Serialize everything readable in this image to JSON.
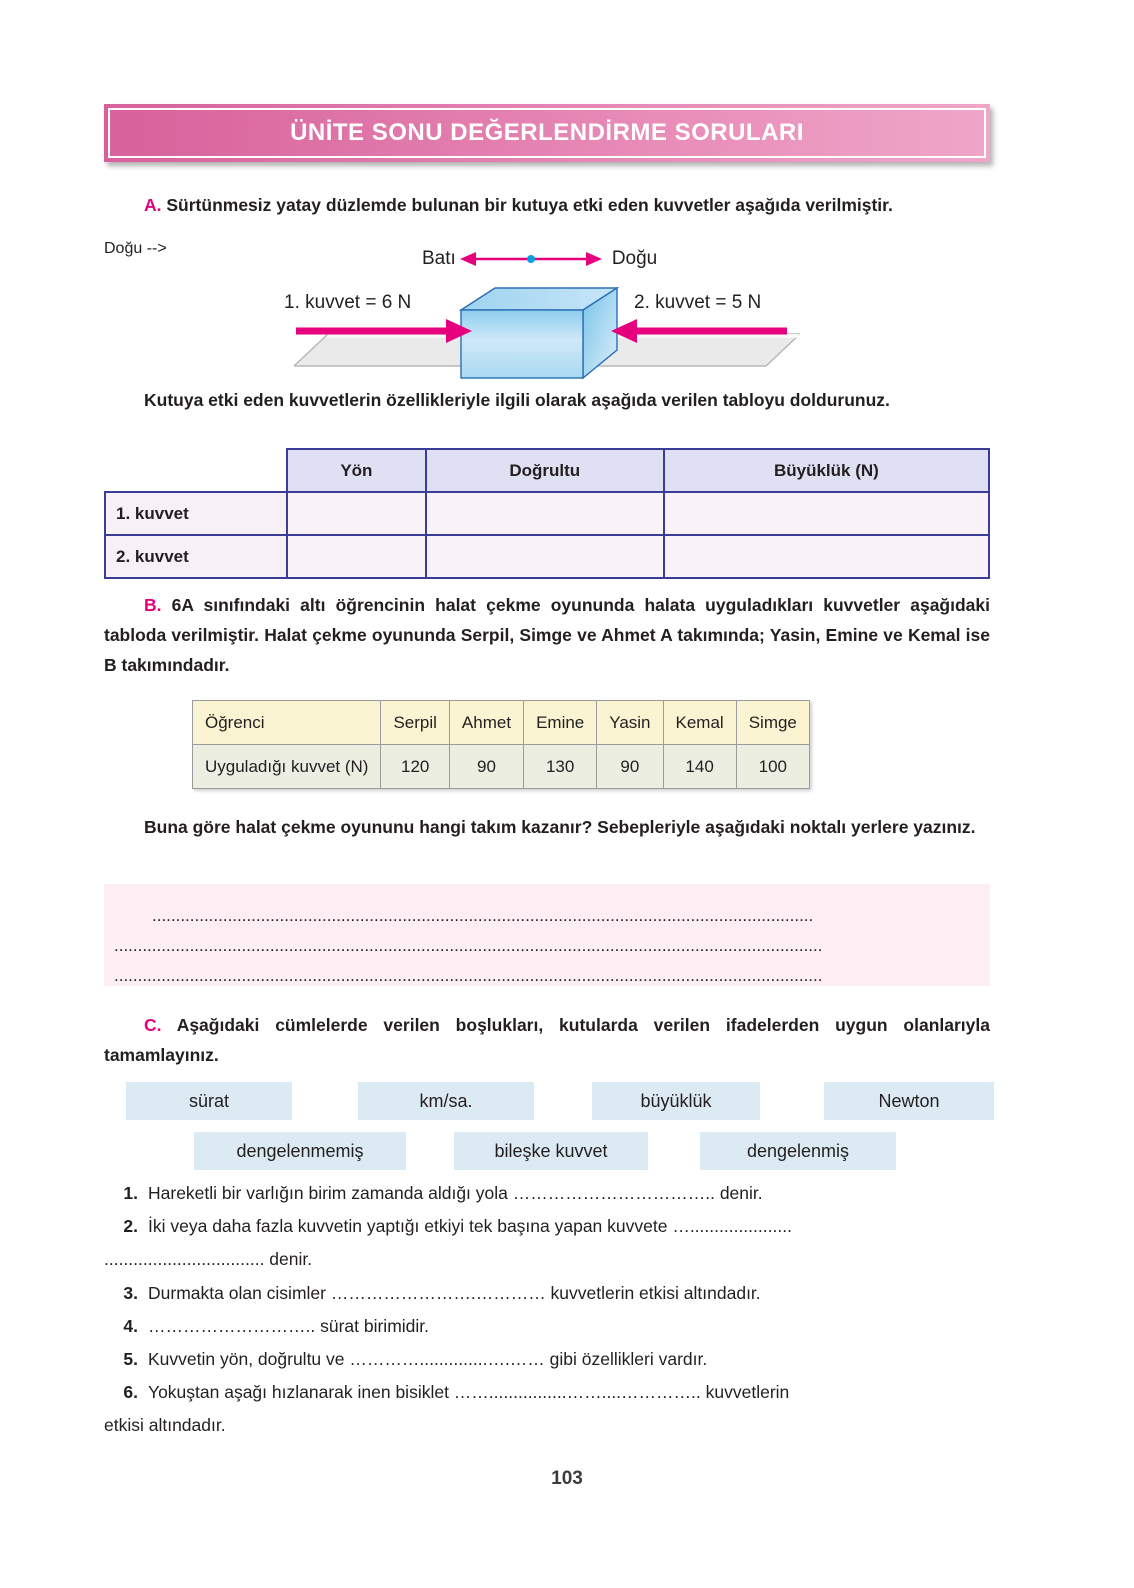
{
  "header": {
    "title": "ÜNİTE SONU DEĞERLENDİRME SORULARI",
    "gradient_from": "#d8619b",
    "gradient_to": "#efa6c8"
  },
  "section_a": {
    "marker": "A.",
    "text": "Sürtünmesiz yatay düzlemde bulunan bir kutuya etki eden kuvvetler aşağıda verilmiştir.",
    "diagram": {
      "west_label": "Batı",
      "east_label": "Doğu",
      "force1_label": "1. kuvvet = 6 N",
      "force2_label": "2. kuvvet = 5 N",
      "arrow_color": "#e6007e",
      "box_color": "#a8d8f0",
      "surface_color": "#e8e8e8",
      "center_dot_color": "#00a0e0"
    },
    "prompt": "Kutuya etki eden kuvvetlerin özellikleriyle ilgili olarak aşağıda verilen tabloyu doldurunuz.",
    "table": {
      "corner": "",
      "columns": [
        "Yön",
        "Doğrultu",
        "Büyüklük (N)"
      ],
      "rows": [
        {
          "label": "1. kuvvet",
          "cells": [
            "",
            "",
            ""
          ]
        },
        {
          "label": "2. kuvvet",
          "cells": [
            "",
            "",
            ""
          ]
        }
      ],
      "border_color": "#3b3b98",
      "header_bg": "#dfe0f3",
      "body_bg": "#f9f2f8"
    }
  },
  "section_b": {
    "marker": "B.",
    "text": "6A sınıfındaki altı öğrencinin halat çekme oyununda halata uyguladıkları kuvvetler aşağıdaki tabloda verilmiştir. Halat çekme oyununda Serpil, Simge ve Ahmet A takımında; Yasin, Emine ve Kemal ise B takımındadır.",
    "table": {
      "row1_label": "Öğrenci",
      "students": [
        "Serpil",
        "Ahmet",
        "Emine",
        "Yasin",
        "Kemal",
        "Simge"
      ],
      "row2_label": "Uyguladığı kuvvet (N)",
      "forces": [
        "120",
        "90",
        "130",
        "90",
        "140",
        "100"
      ],
      "header_bg": "#fbf4d2",
      "data_bg": "#ebeee0"
    },
    "prompt": "Buna göre halat çekme oyununu hangi takım kazanır? Sebepleriyle aşağıdaki noktalı yerlere yazınız.",
    "answer_area": {
      "bg": "#fceef2",
      "line1": "............................................................................................................................................",
      "line2": "......................................................................................................................................................",
      "line3": "......................................................................................................................................................"
    }
  },
  "section_c": {
    "marker": "C.",
    "text": "Aşağıdaki cümlelerde verilen boşlukları, kutularda verilen ifadelerden uygun olanlarıyla tamamlayınız.",
    "word_bank_row1": [
      "sürat",
      "km/sa.",
      "büyüklük",
      "Newton"
    ],
    "word_bank_row2": [
      "dengelenmemiş",
      "bileşke kuvvet",
      "dengelenmiş"
    ],
    "word_box_bg": "#dceaf3",
    "questions": [
      {
        "num": "1.",
        "text": "Hareketli bir varlığın birim zamanda aldığı yola …………………………….. denir."
      },
      {
        "num": "2.",
        "text": "İki veya daha fazla kuvvetin yaptığı etkiyi tek başına yapan kuvvete …....................."
      },
      {
        "num": "2cont",
        "text": "................................. denir."
      },
      {
        "num": "3.",
        "text": "Durmakta olan cisimler …………………….………… kuvvetlerin etkisi altındadır."
      },
      {
        "num": "4.",
        "text": "……………………….. sürat birimidir."
      },
      {
        "num": "5.",
        "text": "Kuvvetin yön, doğrultu ve …………..............….…… gibi özellikleri vardır."
      },
      {
        "num": "6.",
        "text": "Yokuştan aşağı hızlanarak inen bisiklet ……................……....………….. kuvvetlerin"
      },
      {
        "num": "6cont",
        "text": "etkisi altındadır."
      }
    ]
  },
  "footer": {
    "page_number": "103"
  }
}
